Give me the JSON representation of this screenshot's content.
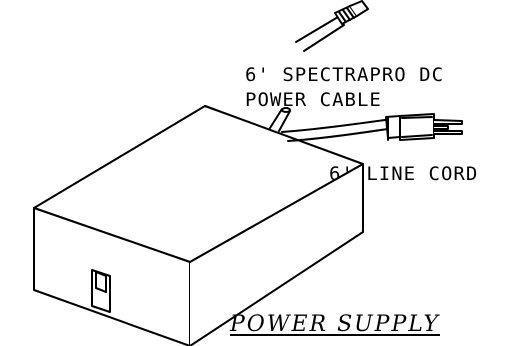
{
  "diagram": {
    "cable_label_line1": "6' SPECTRAPRO DC",
    "cable_label_line2": "POWER CABLE",
    "line_cord_label": "6' LINE CORD",
    "title": "POWER SUPPLY"
  },
  "colors": {
    "line": "#000000",
    "background": "#ffffff"
  }
}
